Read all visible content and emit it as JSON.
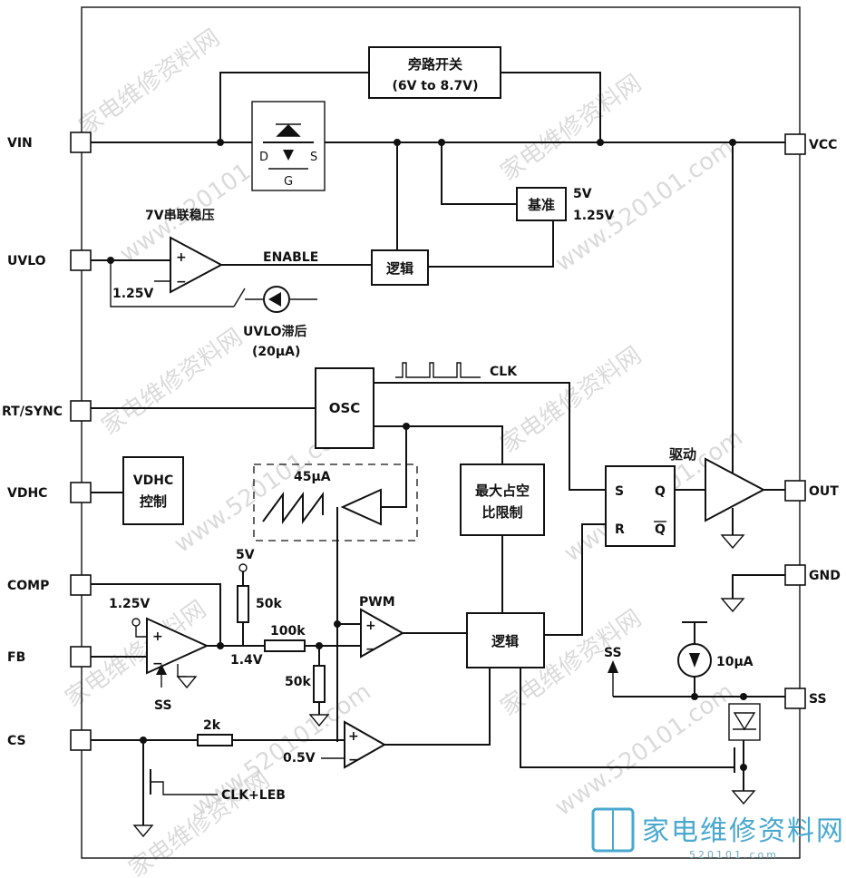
{
  "pins": {
    "vin": "VIN",
    "uvlo": "UVLO",
    "rt_sync": "RT/SYNC",
    "vdhc": "VDHC",
    "comp": "COMP",
    "fb": "FB",
    "cs": "CS",
    "vcc": "VCC",
    "out": "OUT",
    "gnd": "GND",
    "ss": "SS"
  },
  "blocks": {
    "bypass_title": "旁路开关",
    "bypass_range": "(6V to 8.7V)",
    "reference": "基准",
    "ref_5v": "5V",
    "ref_125v": "1.25V",
    "logic_top": "逻辑",
    "osc": "OSC",
    "vdhc_line1": "VDHC",
    "vdhc_line2": "控制",
    "max_duty_line1": "最大占空",
    "max_duty_line2": "比限制",
    "logic_bottom": "逻辑",
    "sr_s": "S",
    "sr_q": "Q",
    "sr_r": "R",
    "sr_qbar": "Q"
  },
  "labels": {
    "series_reg": "7V串联稳压",
    "enable": "ENABLE",
    "uvlo_ref": "1.25V",
    "uvlo_hyst": "UVLO滞后",
    "uvlo_hyst_current": "(20μA)",
    "clk": "CLK",
    "drive": "驱动",
    "ramp_current": "45μA",
    "pwm": "PWM",
    "ea_ref": "1.25V",
    "supply_5v": "5V",
    "r_50k_top": "50k",
    "r_100k": "100k",
    "v_14": "1.4V",
    "r_50k_bottom": "50k",
    "ss_arrow": "SS",
    "ss_right": "SS",
    "r_2k": "2k",
    "cs_ref": "0.5V",
    "clk_leb": "CLK+LEB",
    "ss_current": "10μA",
    "mosfet_d": "D",
    "mosfet_s": "S",
    "mosfet_g": "G"
  },
  "watermarks": {
    "cn": "家电维修资料网",
    "url": "www.520101.com"
  },
  "logo": {
    "text": "家电维修资料网",
    "sub": "520101.com"
  }
}
